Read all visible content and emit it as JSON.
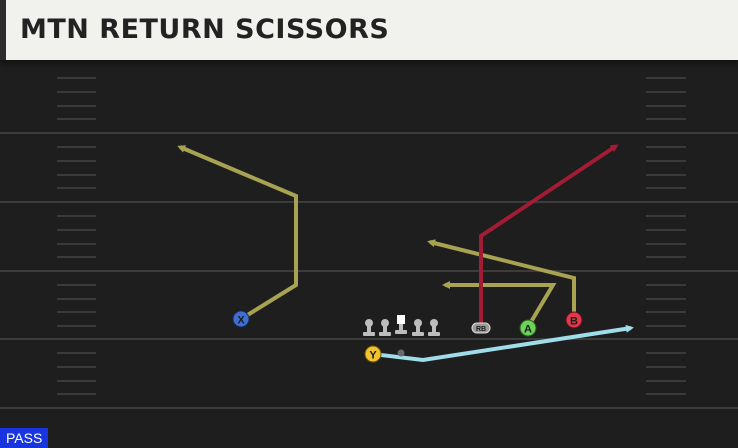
{
  "play": {
    "title": "MTN RETURN SCISSORS",
    "mode_label": "PASS"
  },
  "players": {
    "x": {
      "label": "X",
      "color": "#3f6fd4"
    },
    "y": {
      "label": "Y",
      "color": "#f1c232"
    },
    "a": {
      "label": "A",
      "color": "#6cd25a"
    },
    "b": {
      "label": "B",
      "color": "#e0394a"
    },
    "rb": {
      "label": "RB",
      "color": "#9a9a9a"
    }
  },
  "route_colors": {
    "x": "#a7a352",
    "a": "#a7a352",
    "b": "#a7a352",
    "rb": "#a31c35",
    "y": "#9fdde9"
  },
  "field_colors": {
    "background": "#1e1e1e",
    "yard_line": "#3c3c3c",
    "hash": "#3a3a3a"
  }
}
